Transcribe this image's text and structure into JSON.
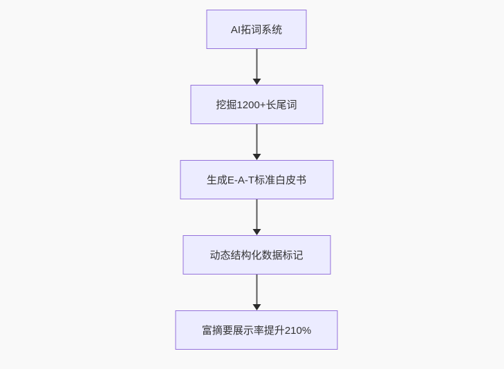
{
  "diagram": {
    "type": "flowchart",
    "direction": "top-down",
    "nodes": [
      {
        "label": "AI拓词系统"
      },
      {
        "label": "挖掘1200+长尾词"
      },
      {
        "label": "生成E-A-T标准白皮书"
      },
      {
        "label": "动态结构化数据标记"
      },
      {
        "label": "富摘要展示率提升210%"
      }
    ],
    "edges": [
      {
        "from": "AI拓词系统",
        "to": "挖掘1200+长尾词"
      },
      {
        "from": "挖掘1200+长尾词",
        "to": "生成E-A-T标准白皮书"
      },
      {
        "from": "生成E-A-T标准白皮书",
        "to": "动态结构化数据标记"
      },
      {
        "from": "动态结构化数据标记",
        "to": "富摘要展示率提升210%"
      }
    ],
    "colors": {
      "node_fill": "#ECECFF",
      "node_border": "#9370DB",
      "edge_line": "#5b5b5b",
      "arrow_head": "#2b2b2b",
      "text": "#333333",
      "background": "#f9f9f9"
    }
  }
}
